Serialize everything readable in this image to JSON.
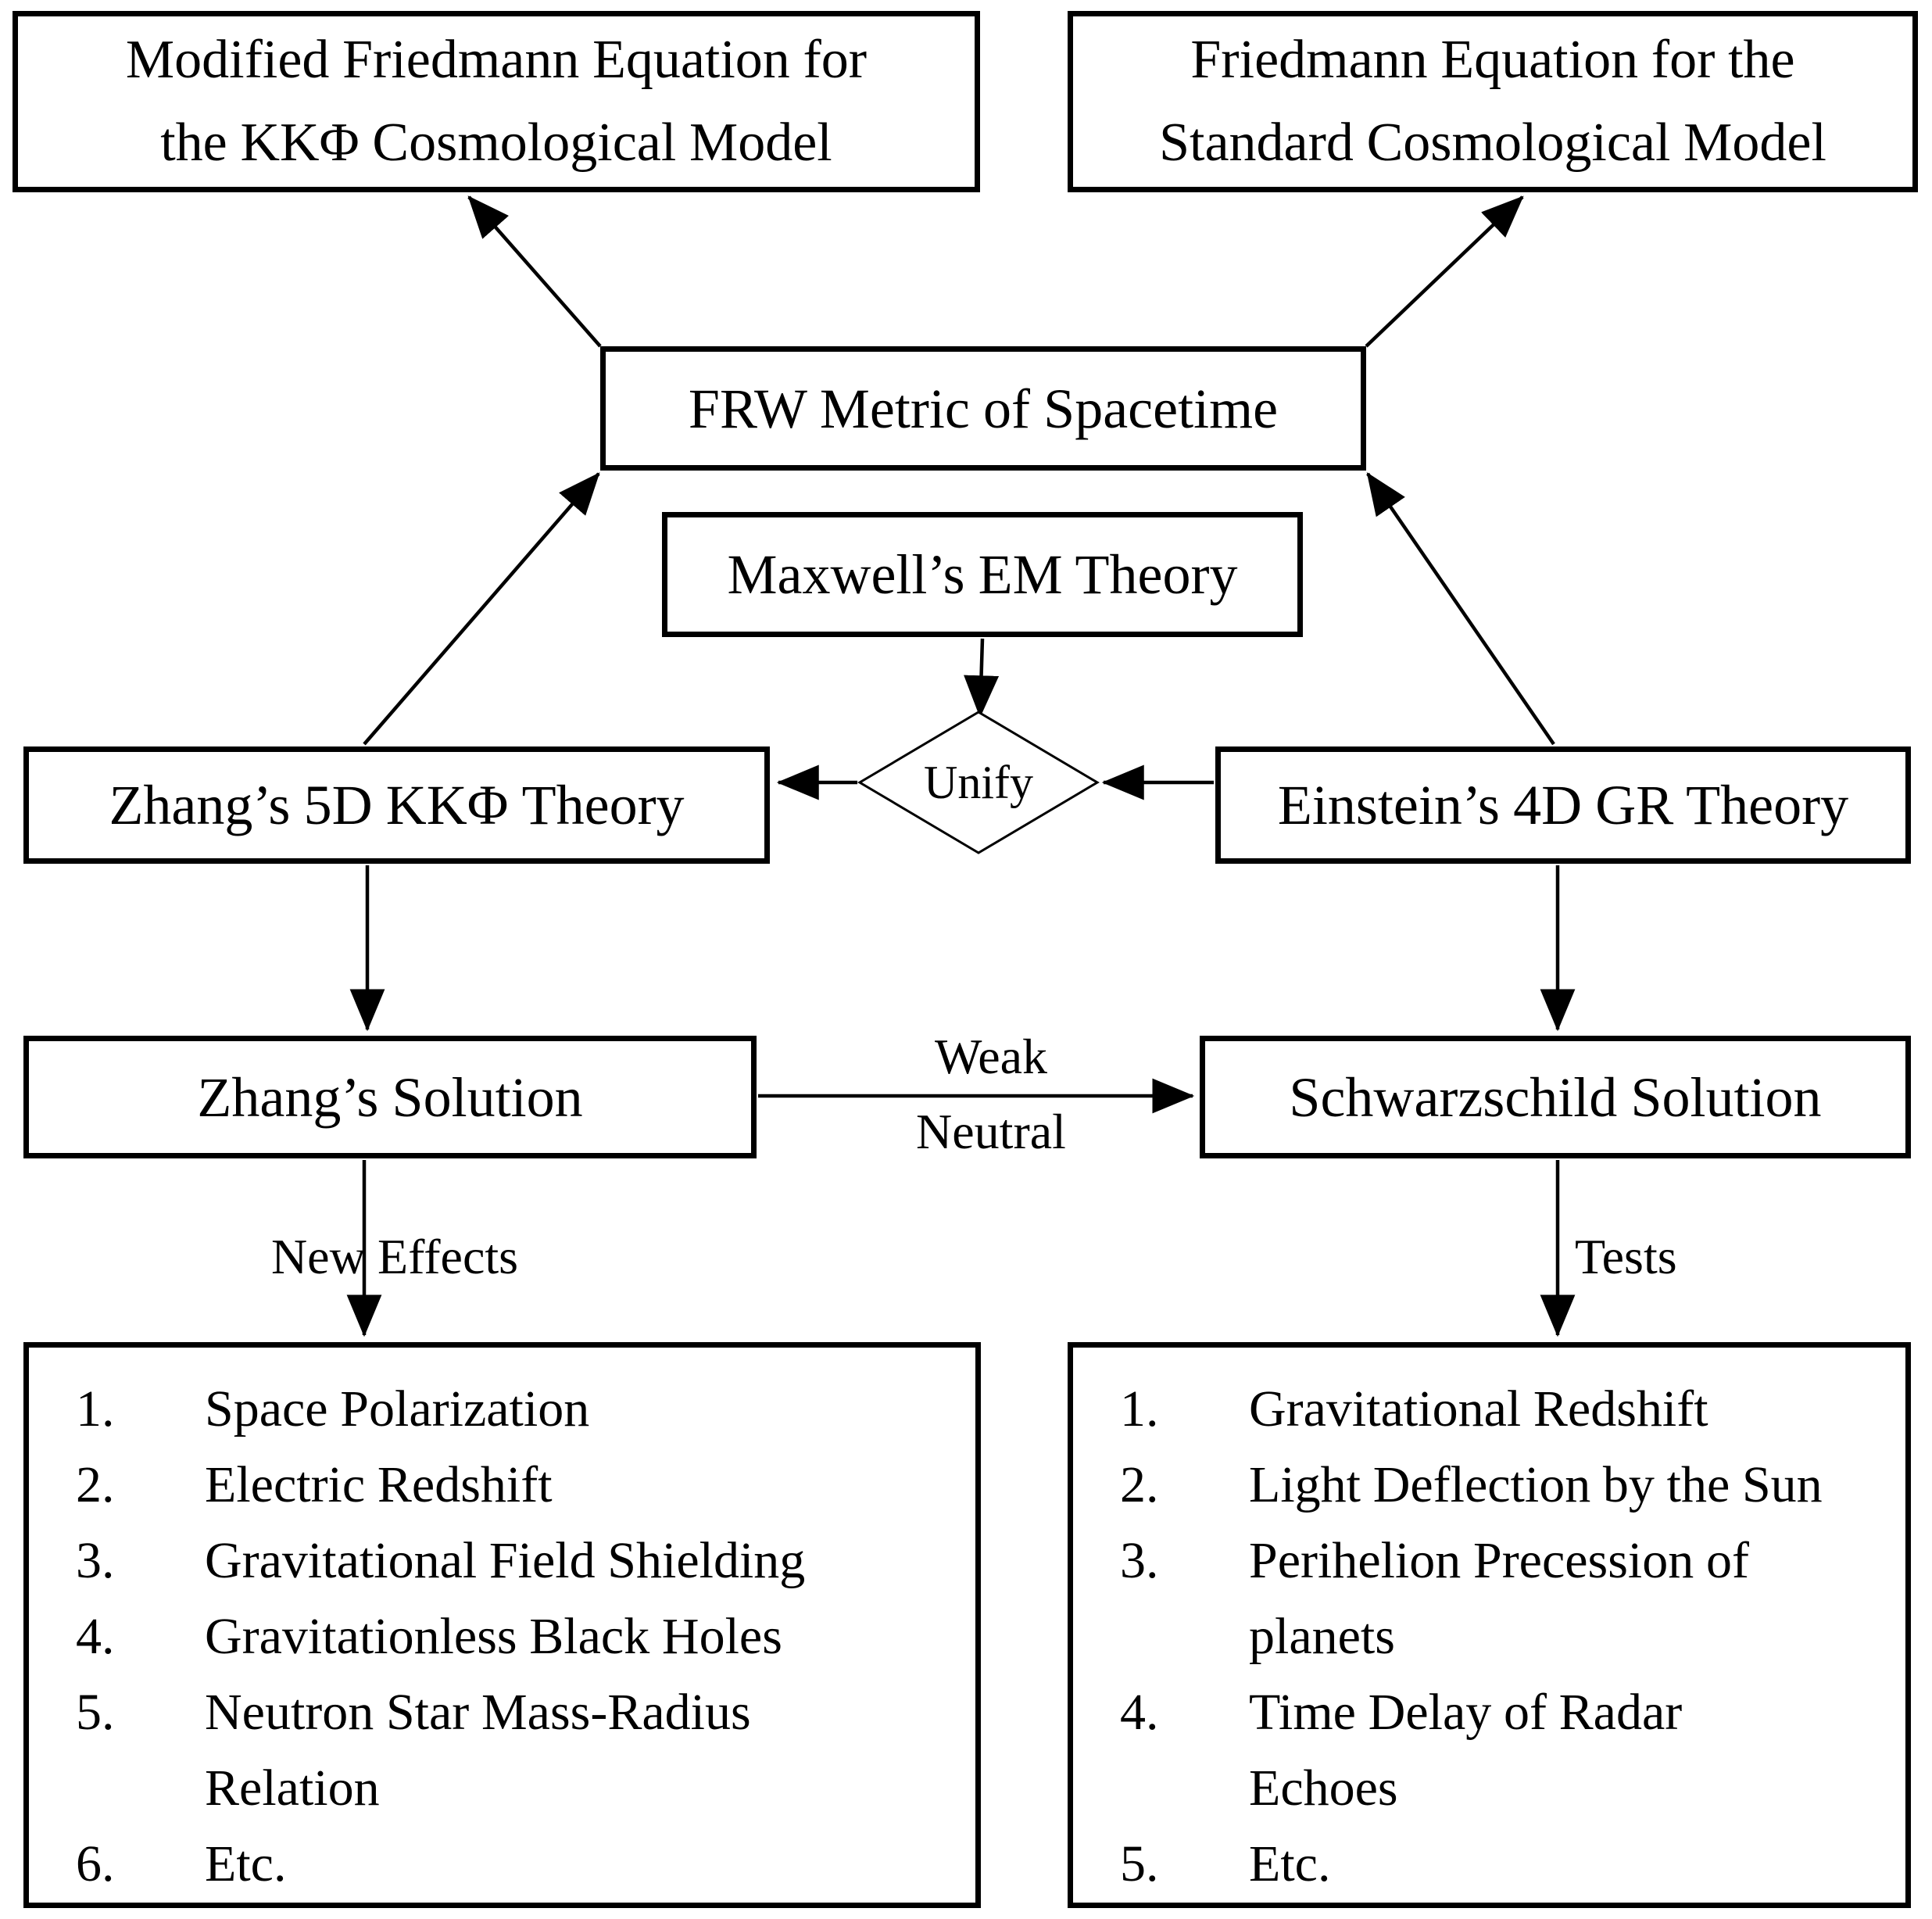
{
  "diagram": {
    "title_hint": "Flowchart relating Zhang's 5D KK-Phi theory and Einstein's 4D GR theory",
    "colors": {
      "line": "#000000",
      "background": "#ffffff",
      "text": "#000000"
    },
    "nodes": {
      "modified_friedmann": {
        "line1": "Modified Friedmann Equation for",
        "line2": "the KKΦ Cosmological Model"
      },
      "standard_friedmann": {
        "line1": "Friedmann Equation for the",
        "line2": "Standard Cosmological Model"
      },
      "frw": {
        "label": "FRW Metric of Spacetime"
      },
      "maxwell": {
        "label": "Maxwell’s EM Theory"
      },
      "unify": {
        "label": "Unify"
      },
      "zhang_theory": {
        "label": "Zhang’s 5D KKΦ Theory"
      },
      "einstein_theory": {
        "label": "Einstein’s 4D GR Theory"
      },
      "zhang_solution": {
        "label": "Zhang’s Solution"
      },
      "schwarzschild_solution": {
        "label": "Schwarzschild Solution"
      },
      "new_effects_list": {
        "items": [
          {
            "num": "1.",
            "lines": [
              "Space Polarization"
            ]
          },
          {
            "num": "2.",
            "lines": [
              "Electric Redshift"
            ]
          },
          {
            "num": "3.",
            "lines": [
              "Gravitational Field Shielding"
            ]
          },
          {
            "num": "4.",
            "lines": [
              "Gravitationless Black Holes"
            ]
          },
          {
            "num": "5.",
            "lines": [
              "Neutron Star Mass-Radius",
              "Relation"
            ]
          },
          {
            "num": "6.",
            "lines": [
              "Etc."
            ]
          }
        ]
      },
      "tests_list": {
        "items": [
          {
            "num": "1.",
            "lines": [
              "Gravitational Redshift"
            ]
          },
          {
            "num": "2.",
            "lines": [
              "Light Deflection by the Sun"
            ]
          },
          {
            "num": "3.",
            "lines": [
              "Perihelion Precession of",
              "planets"
            ]
          },
          {
            "num": "4.",
            "lines": [
              "Time Delay of Radar",
              "Echoes"
            ]
          },
          {
            "num": "5.",
            "lines": [
              "Etc."
            ]
          }
        ]
      }
    },
    "edge_labels": {
      "weak": "Weak",
      "neutral": "Neutral",
      "new_effects": "New Effects",
      "tests": "Tests"
    }
  }
}
